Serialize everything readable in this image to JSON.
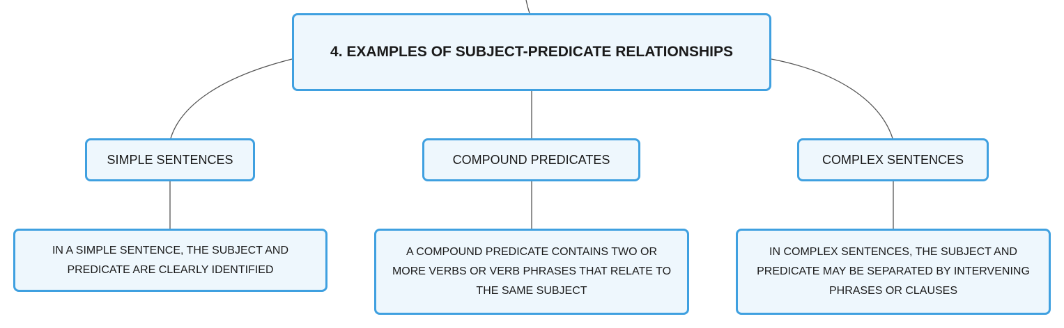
{
  "diagram": {
    "root": {
      "label": "4. EXAMPLES OF SUBJECT-PREDICATE RELATIONSHIPS"
    },
    "branches": [
      {
        "label": "SIMPLE SENTENCES",
        "detail": "IN A SIMPLE SENTENCE, THE SUBJECT AND PREDICATE ARE CLEARLY IDENTIFIED"
      },
      {
        "label": "COMPOUND PREDICATES",
        "detail": "A COMPOUND PREDICATE CONTAINS TWO OR MORE VERBS OR VERB PHRASES THAT RELATE TO THE SAME SUBJECT"
      },
      {
        "label": "COMPLEX SENTENCES",
        "detail": "IN COMPLEX SENTENCES, THE SUBJECT AND PREDICATE MAY BE SEPARATED BY INTERVENING PHRASES OR CLAUSES"
      }
    ]
  },
  "colors": {
    "node_border": "#3fa0e0",
    "node_fill": "#eef7fd",
    "connector": "#555555"
  }
}
